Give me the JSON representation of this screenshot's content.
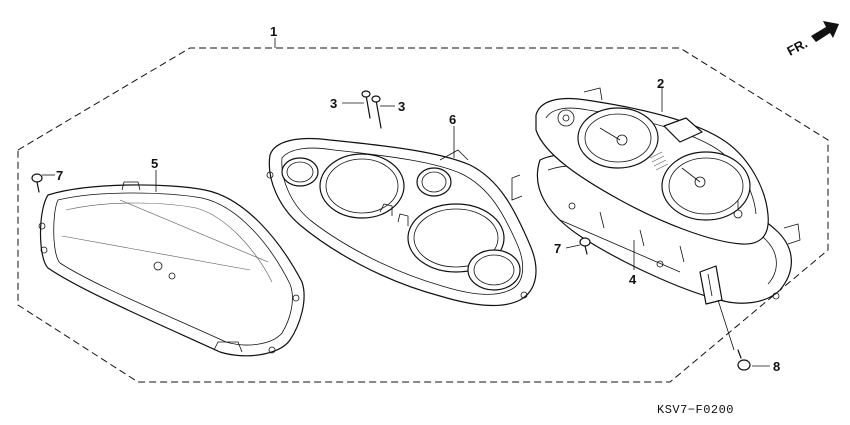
{
  "diagram": {
    "callouts": [
      "1",
      "2",
      "3",
      "3",
      "4",
      "5",
      "6",
      "7",
      "7",
      "8"
    ],
    "front_indicator": "FR.",
    "drawing_code": "KSV7−F0200"
  },
  "colors": {
    "line": "#111111",
    "background": "#ffffff"
  }
}
